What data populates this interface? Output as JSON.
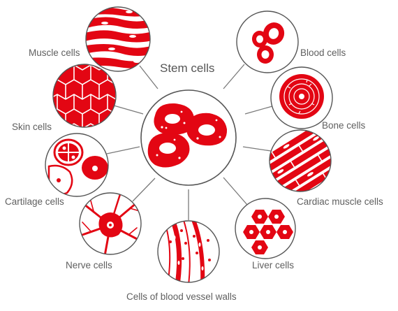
{
  "diagram": {
    "center_label": "Stem cells",
    "cells": {
      "muscle": "Muscle cells",
      "skin": "Skin cells",
      "cartilage": "Cartilage cells",
      "nerve": "Nerve cells",
      "vessel": "Cells of blood vessel walls",
      "liver": "Liver cells",
      "cardiac": "Cardiac muscle cells",
      "bone": "Bone cells",
      "blood": "Blood cells"
    }
  },
  "colors": {
    "accent_red": "#e30613",
    "outline_grey": "#555555",
    "connector_grey": "#7a7a7a",
    "label_grey": "#5f5f5f"
  }
}
